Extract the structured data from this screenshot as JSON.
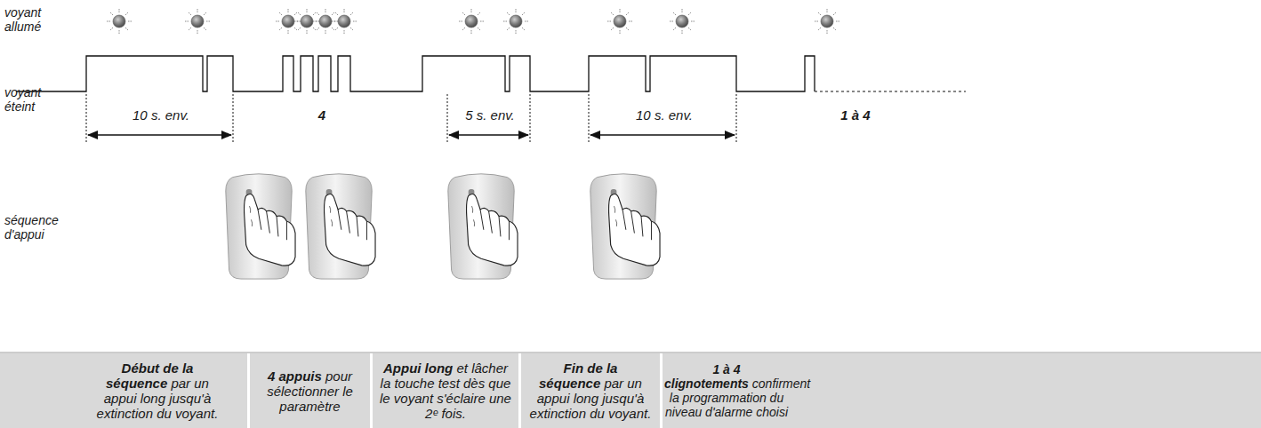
{
  "diagram": {
    "nodes": [
      {
        "text": [
          "Début de la séquence",
          "par un appui long jusqu'à extinction du voyant."
        ]
      },
      {
        "text": [
          "4 appuis",
          "pour sélectionner le paramètre"
        ]
      },
      {
        "text": [
          "Appui long",
          "et lâcher la touche test dès que le voyant s'éclaire une 2ᵉ fois."
        ]
      },
      {
        "text": [
          "Fin de la séquence",
          "par un appui long jusqu'à extinction du voyant."
        ]
      },
      {
        "text": [
          "1 à 4 clignotements",
          "confirment la programmation du niveau d'alarme choisi"
        ]
      }
    ],
    "labels": [
      "voyant allumé",
      "voyant éteint",
      "10 s. env.",
      "4",
      "5 s. env.",
      "10 s. env.",
      "1 à 4",
      "séquence d'appui"
    ]
  }
}
